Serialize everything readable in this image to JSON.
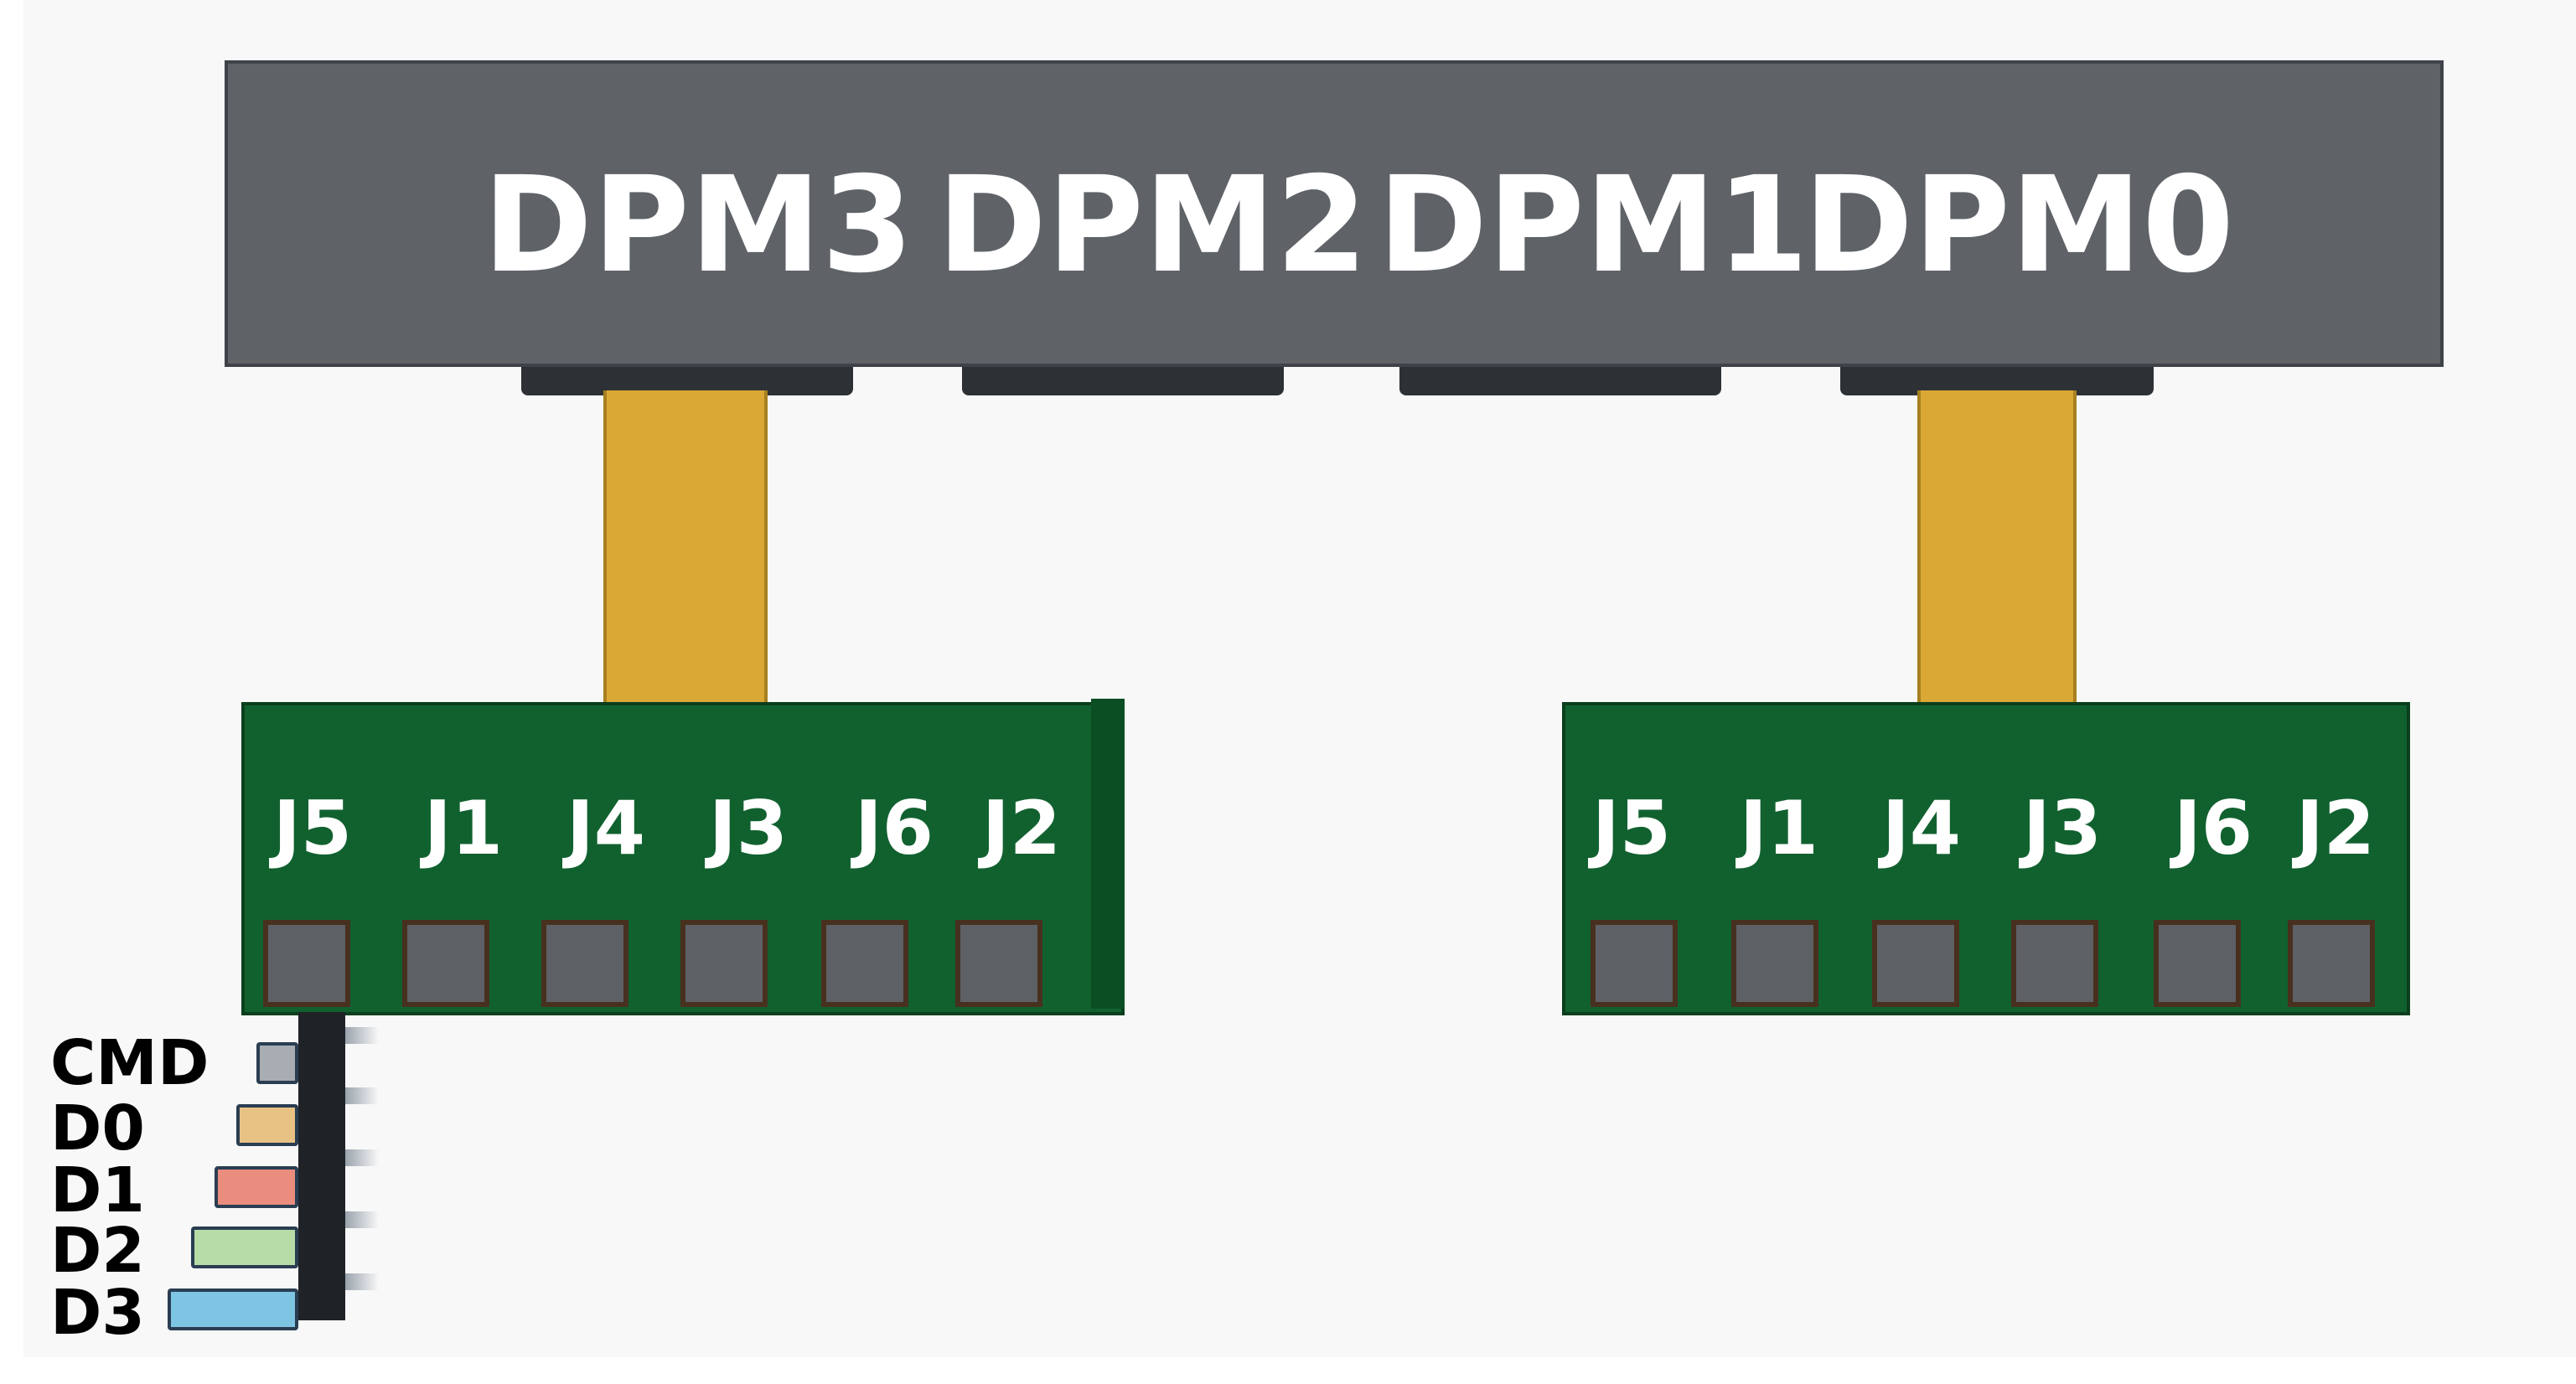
{
  "modules": [
    {
      "label": "DPM3"
    },
    {
      "label": "DPM2"
    },
    {
      "label": "DPM1"
    },
    {
      "label": "DPM0"
    }
  ],
  "boards": [
    {
      "connectors": [
        "J5",
        "J1",
        "J4",
        "J3",
        "J6",
        "J2"
      ]
    },
    {
      "connectors": [
        "J5",
        "J1",
        "J4",
        "J3",
        "J6",
        "J2"
      ]
    }
  ],
  "signals": [
    {
      "label": "CMD",
      "color": "#a8adb3"
    },
    {
      "label": "D0",
      "color": "#e8c184"
    },
    {
      "label": "D1",
      "color": "#ea8d7f"
    },
    {
      "label": "D2",
      "color": "#b7dca8"
    },
    {
      "label": "D3",
      "color": "#7ec4e3"
    }
  ],
  "colors": {
    "module_bar": "#5f6368",
    "board": "#11612f",
    "ribbon": "#d9a835",
    "port": "#5d6166"
  }
}
